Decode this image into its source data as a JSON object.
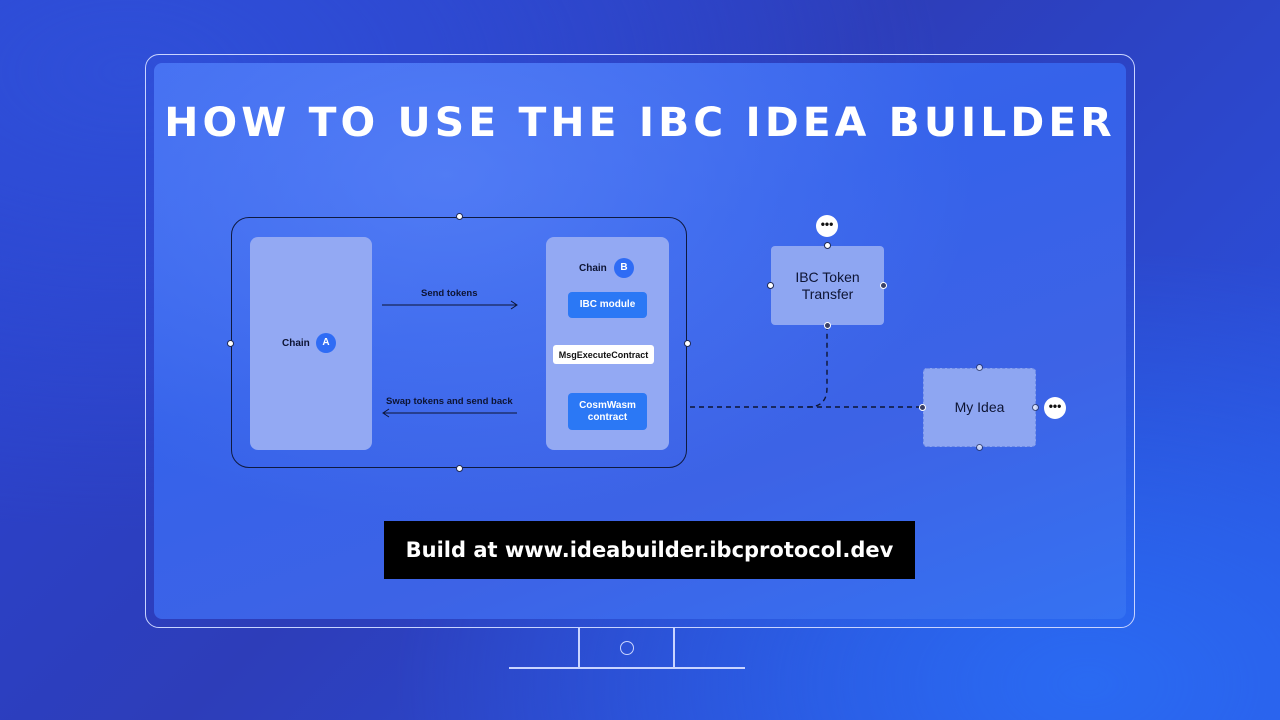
{
  "title": "HOW TO USE THE IBC IDEA BUILDER",
  "chain_a": {
    "label": "Chain",
    "badge": "A"
  },
  "chain_b": {
    "label": "Chain",
    "badge": "B"
  },
  "ibc_module": "IBC module",
  "msg_execute": "MsgExecuteContract",
  "cosmwasm": "CosmWasm contract",
  "send_tokens": "Send tokens",
  "swap_tokens": "Swap tokens and send back",
  "ibc_token_transfer": "IBC Token Transfer",
  "my_idea": "My Idea",
  "more_glyph": "•••",
  "banner": "Build at www.ideabuilder.ibcprotocol.dev"
}
